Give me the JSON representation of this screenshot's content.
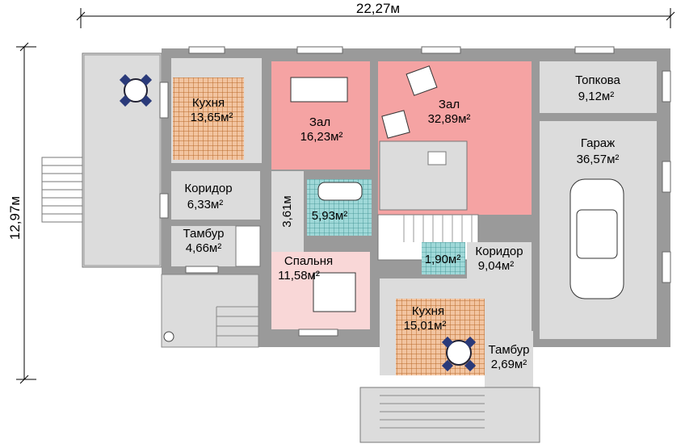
{
  "dimensions": {
    "width": "22,27м",
    "height": "12,97м",
    "corridor_wall": "3,61м"
  },
  "rooms": [
    {
      "id": "kitchen1",
      "name": "Кухня",
      "area": "13,65м²"
    },
    {
      "id": "hall1",
      "name": "Зал",
      "area": "16,23м²"
    },
    {
      "id": "hall2",
      "name": "Зал",
      "area": "32,89м²"
    },
    {
      "id": "boiler",
      "name": "Топкова",
      "area": "9,12м²"
    },
    {
      "id": "garage",
      "name": "Гараж",
      "area": "36,57м²"
    },
    {
      "id": "corridor1",
      "name": "Коридор",
      "area": "6,33м²"
    },
    {
      "id": "bath1",
      "name": "",
      "area": "5,93м²"
    },
    {
      "id": "vestibule1",
      "name": "Тамбур",
      "area": "4,66м²"
    },
    {
      "id": "bedroom",
      "name": "Спальня",
      "area": "11,58м²"
    },
    {
      "id": "wc",
      "name": "",
      "area": "1,90м²"
    },
    {
      "id": "corridor2",
      "name": "Коридор",
      "area": "9,04м²"
    },
    {
      "id": "kitchen2",
      "name": "Кухня",
      "area": "15,01м²"
    },
    {
      "id": "vestibule2",
      "name": "Тамбур",
      "area": "2,69м²"
    }
  ],
  "colors": {
    "wall": "#9a9a9a",
    "hall": "#f5a3a3",
    "kitchen": "#f2c4a0",
    "bedroom": "#f9d7d7",
    "bath": "#9fd8d8",
    "utility": "#dcdcdc",
    "floor_tile": "#b96a2a"
  }
}
